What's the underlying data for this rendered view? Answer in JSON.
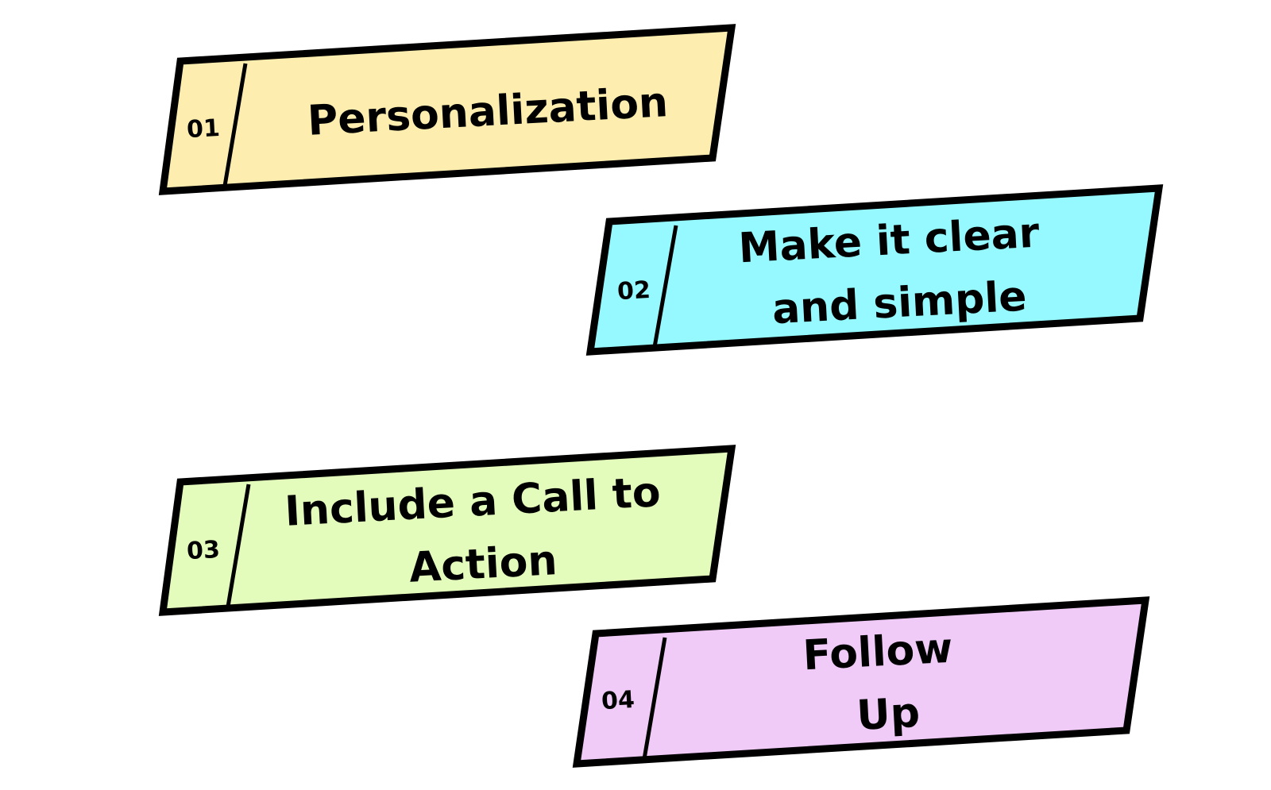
{
  "steps": [
    {
      "number": "01",
      "label_lines": [
        "Personalization"
      ],
      "color": "#fdeeb0"
    },
    {
      "number": "02",
      "label_lines": [
        "Make it clear",
        "and simple"
      ],
      "color": "#95f9ff"
    },
    {
      "number": "03",
      "label_lines": [
        "Include a Call to",
        "Action"
      ],
      "color": "#e3fcbc"
    },
    {
      "number": "04",
      "label_lines": [
        "Follow",
        "Up"
      ],
      "color": "#f0cbf8"
    }
  ]
}
